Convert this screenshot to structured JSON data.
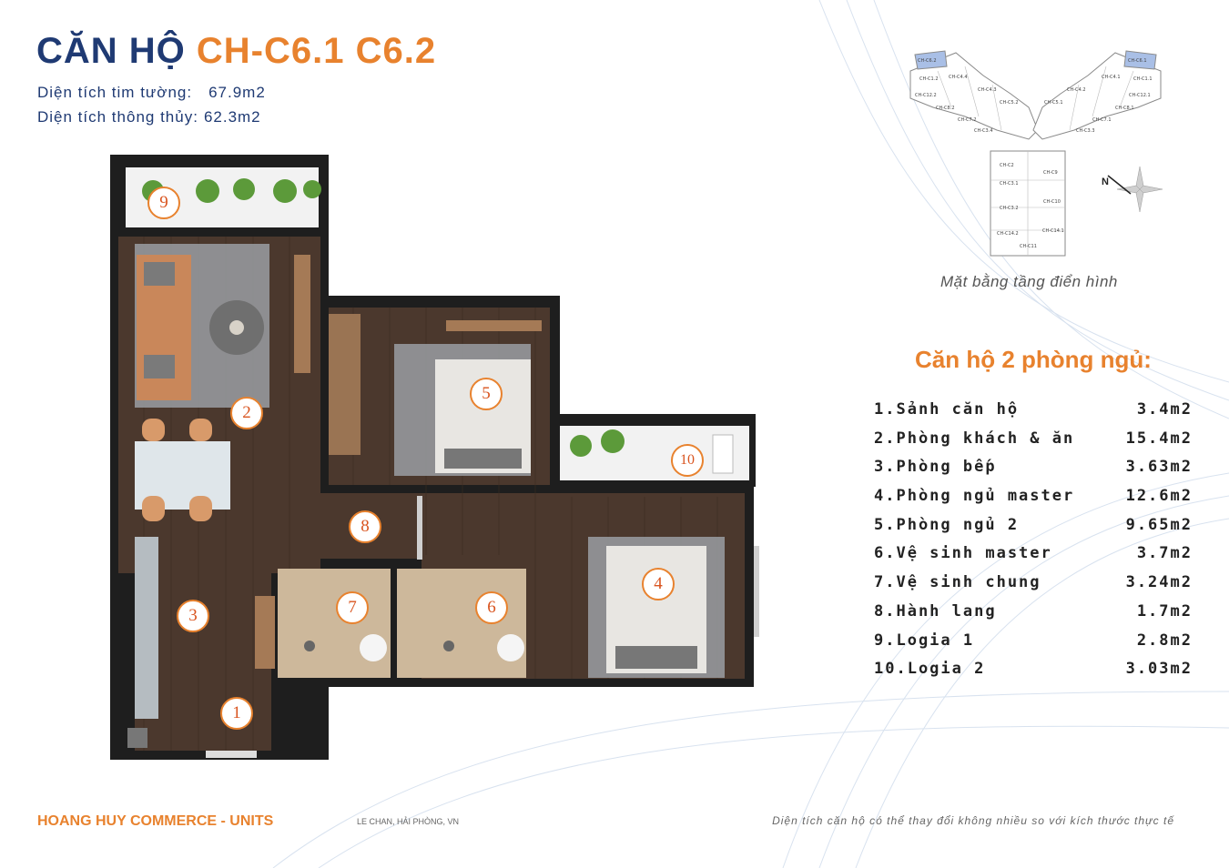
{
  "header": {
    "title_prefix": "CĂN HỘ",
    "title_code": "CH-C6.1 C6.2",
    "gross_area_label": "Diện tích tim tường:",
    "gross_area_value": "67.9m2",
    "net_area_label": "Diện tích thông thủy:",
    "net_area_value": "62.3m2"
  },
  "floor_plan": {
    "room_numbers": [
      "1",
      "2",
      "3",
      "4",
      "5",
      "6",
      "7",
      "8",
      "9",
      "10"
    ]
  },
  "key_plan": {
    "caption": "Mặt bằng tầng điển hình",
    "compass_label": "N",
    "unit_labels": [
      "CH-C6.2",
      "CH-C4.4",
      "CH-C1.2",
      "CH-C12.2",
      "CH-C8.2",
      "CH-C7.2",
      "CH-C3.4",
      "CH-C4.3",
      "CH-C5.2",
      "CH-C5.1",
      "CH-C4.2",
      "CH-C6.1",
      "CH-C4.1",
      "CH-C1.1",
      "CH-C12.1",
      "CH-C8.1",
      "CH-C7.1",
      "CH-C3.3",
      "CH-C2",
      "CH-C9",
      "CH-C3.1",
      "CH-C10",
      "CH-C3.2",
      "CH-C14.2",
      "CH-C14.1",
      "CH-C11"
    ],
    "highlight_color": "#a9bfe6"
  },
  "rooms_section": {
    "heading": "Căn hộ 2 phòng ngủ:",
    "rooms": [
      {
        "label": "1.Sảnh căn hộ",
        "area": "3.4m2"
      },
      {
        "label": "2.Phòng khách & ăn",
        "area": "15.4m2"
      },
      {
        "label": "3.Phòng bếp",
        "area": "3.63m2"
      },
      {
        "label": "4.Phòng ngủ master",
        "area": "12.6m2"
      },
      {
        "label": "5.Phòng ngủ 2",
        "area": "9.65m2"
      },
      {
        "label": "6.Vệ sinh master",
        "area": "3.7m2"
      },
      {
        "label": "7.Vệ sinh chung",
        "area": "3.24m2"
      },
      {
        "label": "8.Hành lang",
        "area": "1.7m2"
      },
      {
        "label": "9.Logia 1",
        "area": "2.8m2"
      },
      {
        "label": "10.Logia 2",
        "area": "3.03m2"
      }
    ]
  },
  "footer": {
    "brand": "HOANG HUY COMMERCE - UNITS",
    "location": "LE CHAN,  HẢI PHÒNG, VN",
    "note": "Diện tích căn hộ có thể thay đổi không nhiều so với kích thước thực tế"
  },
  "colors": {
    "navy": "#1f3a73",
    "orange": "#e8822e",
    "wood": "#4b382d",
    "wall": "#1e1e1e"
  }
}
